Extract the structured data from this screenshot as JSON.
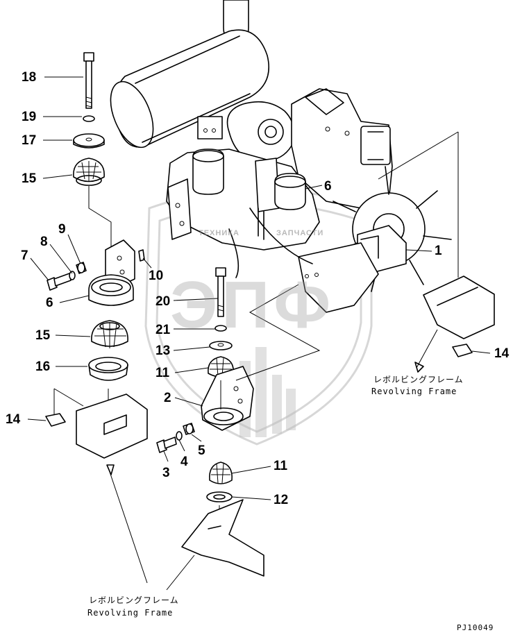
{
  "callouts": {
    "n1": "1",
    "n2": "2",
    "n3": "3",
    "n4": "4",
    "n5": "5",
    "n6a": "6",
    "n6b": "6",
    "n7": "7",
    "n8": "8",
    "n9": "9",
    "n10": "10",
    "n11a": "11",
    "n11b": "11",
    "n12": "12",
    "n13": "13",
    "n14a": "14",
    "n14b": "14",
    "n15a": "15",
    "n15b": "15",
    "n16": "16",
    "n17": "17",
    "n18": "18",
    "n19": "19",
    "n20": "20",
    "n21": "21"
  },
  "captions": {
    "right_jp": "レボルビングフレーム",
    "right_en": "Revolving Frame",
    "bottom_jp": "レボルビングフレーム",
    "bottom_en": "Revolving Frame"
  },
  "watermark": {
    "left_text": "ТЕХНИКА",
    "right_text": "ЗАПЧАСТИ",
    "logo_letters": "ЭПФ"
  },
  "drawing_code": "PJ10049",
  "colors": {
    "line": "#000000",
    "watermark": "#b7b7b7",
    "background": "#ffffff"
  }
}
